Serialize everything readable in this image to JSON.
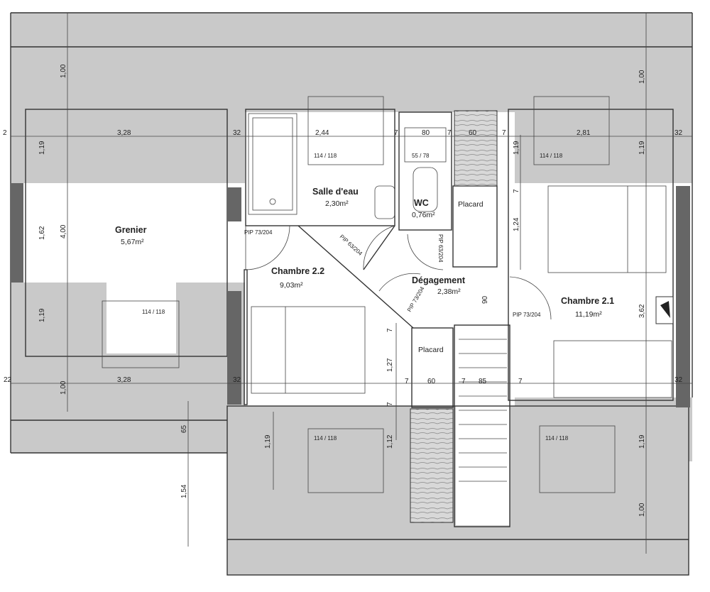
{
  "rooms": {
    "grenier": {
      "name": "Grenier",
      "area": "5,67m²"
    },
    "salle_eau": {
      "name": "Salle d'eau",
      "area": "2,30m²"
    },
    "wc": {
      "name": "WC",
      "area": "0,76m²"
    },
    "placard_top": {
      "name": "Placard"
    },
    "chambre22": {
      "name": "Chambre 2.2",
      "area": "9,03m²"
    },
    "degagement": {
      "name": "Dégagement",
      "area": "2,38m²"
    },
    "chambre21": {
      "name": "Chambre 2.1",
      "area": "11,19m²"
    },
    "placard_bottom": {
      "name": "Placard"
    }
  },
  "windows": {
    "w_top_left": "114 / 118",
    "w_top_right": "114 / 118",
    "w_wc": "55 / 78",
    "w_grenier": "114 / 118",
    "w_bottom_left": "114 / 118",
    "w_bottom_right": "114 / 118"
  },
  "doors": {
    "d_grenier": "PIP 73/204",
    "d_salle": "PIP 63/204",
    "d_wc": "PIP 63/204",
    "d_deg": "PIP 73/204",
    "d_ch21": "PIP 73/204"
  },
  "dims": {
    "d_1_00_tl": "1,00",
    "d_1_19_l1": "1,19",
    "d_1_62": "1,62",
    "d_4_00": "4,00",
    "d_1_19_l2": "1,19",
    "d_1_00_bl": "1,00",
    "d_3_28_top": "3,28",
    "d_3_28_bot": "3,28",
    "d_32_a": "32",
    "d_32_b": "32",
    "d_22": "22",
    "d_2_44": "2,44",
    "d_7_a": "7",
    "d_80": "80",
    "d_7_b": "7",
    "d_60_top": "60",
    "d_7_c": "7",
    "d_2_81": "2,81",
    "d_32_r1": "32",
    "d_32_r2": "32",
    "d_1_00_tr": "1,00",
    "d_1_19_r1": "1,19",
    "d_1_19_rm": "1,19",
    "d_1_24": "1,24",
    "d_7_r": "7",
    "d_3_62": "3,62",
    "d_90": "90",
    "d_1_27": "1,27",
    "d_7_m1": "7",
    "d_7_d": "7",
    "d_60_bot": "60",
    "d_7_e": "7",
    "d_85": "85",
    "d_7_f": "7",
    "d_7_m2": "7",
    "d_1_12": "1,12",
    "d_1_19_b": "1,19",
    "d_65": "65",
    "d_1_54": "1,54",
    "d_1_19_br": "1,19",
    "d_1_00_br": "1,00",
    "d_1_2": "2"
  }
}
